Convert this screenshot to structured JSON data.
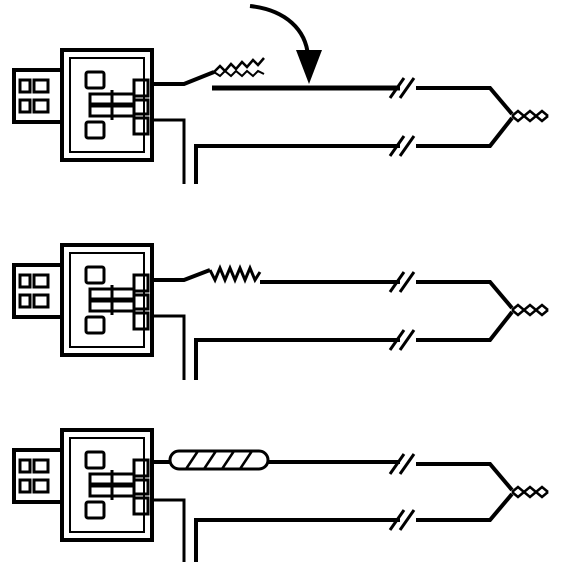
{
  "figure": {
    "panels": [
      {
        "step": "wire-twisted-by-hand"
      },
      {
        "step": "wire-spliced-coil"
      },
      {
        "step": "splice-wrapped-with-tape"
      }
    ],
    "colors": {
      "ink": "#000000",
      "paper": "#ffffff",
      "tape": "#ffffff"
    },
    "icons": [
      "arrow-down-icon",
      "connector-icon",
      "break-mark-icon",
      "twisted-end-icon"
    ]
  }
}
